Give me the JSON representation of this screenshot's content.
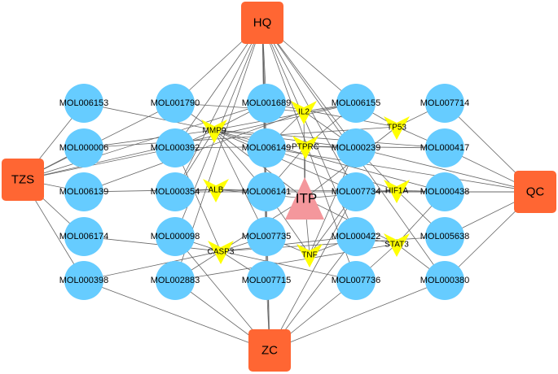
{
  "colors": {
    "background": "#ffffff",
    "herb": "#ff6633",
    "compound": "#66ccff",
    "target": "#ffff00",
    "disease": "#f4979c",
    "edge": "#666666"
  },
  "shapes": {
    "herb": "rounded-square",
    "compound": "circle",
    "target": "v-arrow",
    "disease": "triangle"
  },
  "herbs": [
    {
      "id": "HQ",
      "label": "HQ"
    },
    {
      "id": "TZS",
      "label": "TZS"
    },
    {
      "id": "QC",
      "label": "QC"
    },
    {
      "id": "ZC",
      "label": "ZC"
    }
  ],
  "disease": {
    "id": "ITP",
    "label": "ITP"
  },
  "compounds": [
    {
      "id": "MOL006153",
      "label": "MOL006153"
    },
    {
      "id": "MOL000006",
      "label": "MOL000006"
    },
    {
      "id": "MOL006139",
      "label": "MOL006139"
    },
    {
      "id": "MOL006174",
      "label": "MOL006174"
    },
    {
      "id": "MOL000398",
      "label": "MOL000398"
    },
    {
      "id": "MOL001790",
      "label": "MOL001790"
    },
    {
      "id": "MOL000392",
      "label": "MOL000392"
    },
    {
      "id": "MOL000354",
      "label": "MOL000354"
    },
    {
      "id": "MOL000098",
      "label": "MOL000098"
    },
    {
      "id": "MOL002883",
      "label": "MOL002883"
    },
    {
      "id": "MOL001689",
      "label": "MOL001689"
    },
    {
      "id": "MOL006149",
      "label": "MOL006149"
    },
    {
      "id": "MOL006141",
      "label": "MOL006141"
    },
    {
      "id": "MOL007735",
      "label": "MOL007735"
    },
    {
      "id": "MOL007715",
      "label": "MOL007715"
    },
    {
      "id": "MOL006155",
      "label": "MOL006155"
    },
    {
      "id": "MOL000239",
      "label": "MOL000239"
    },
    {
      "id": "MOL007734",
      "label": "MOL007734"
    },
    {
      "id": "MOL000422",
      "label": "MOL000422"
    },
    {
      "id": "MOL007736",
      "label": "MOL007736"
    },
    {
      "id": "MOL007714",
      "label": "MOL007714"
    },
    {
      "id": "MOL000417",
      "label": "MOL000417"
    },
    {
      "id": "MOL000438",
      "label": "MOL000438"
    },
    {
      "id": "MOL005638",
      "label": "MOL005638"
    },
    {
      "id": "MOL000380",
      "label": "MOL000380"
    }
  ],
  "targets": [
    {
      "id": "IL2",
      "label": "IL2"
    },
    {
      "id": "MMP9",
      "label": "MMP9"
    },
    {
      "id": "TP53",
      "label": "TP53"
    },
    {
      "id": "PTPRC",
      "label": "PTPRC"
    },
    {
      "id": "ALB",
      "label": "ALB"
    },
    {
      "id": "HIF1A",
      "label": "HIF1A"
    },
    {
      "id": "CASP3",
      "label": "CASP3"
    },
    {
      "id": "TNF",
      "label": "TNF"
    },
    {
      "id": "STAT3",
      "label": "STAT3"
    }
  ],
  "edges": [
    [
      "HQ",
      "MOL001790"
    ],
    [
      "HQ",
      "MOL000392"
    ],
    [
      "HQ",
      "MOL000354"
    ],
    [
      "HQ",
      "MOL000098"
    ],
    [
      "HQ",
      "MOL002883"
    ],
    [
      "HQ",
      "MOL001689"
    ],
    [
      "HQ",
      "MOL006149"
    ],
    [
      "HQ",
      "MOL006141"
    ],
    [
      "HQ",
      "MOL007735"
    ],
    [
      "HQ",
      "MOL007715"
    ],
    [
      "HQ",
      "MOL006155"
    ],
    [
      "HQ",
      "MOL000239"
    ],
    [
      "HQ",
      "MOL007734"
    ],
    [
      "HQ",
      "MOL000422"
    ],
    [
      "HQ",
      "MOL007736"
    ],
    [
      "HQ",
      "MOL000380"
    ],
    [
      "TZS",
      "MOL006153"
    ],
    [
      "TZS",
      "MOL000006"
    ],
    [
      "TZS",
      "MOL006139"
    ],
    [
      "TZS",
      "MOL006174"
    ],
    [
      "TZS",
      "MOL001790"
    ],
    [
      "TZS",
      "MOL000392"
    ],
    [
      "TZS",
      "MOL001689"
    ],
    [
      "TZS",
      "MOL006155"
    ],
    [
      "TZS",
      "MOL000398"
    ],
    [
      "QC",
      "MOL007714"
    ],
    [
      "QC",
      "MOL000417"
    ],
    [
      "QC",
      "MOL000438"
    ],
    [
      "QC",
      "MOL005638"
    ],
    [
      "QC",
      "MOL000380"
    ],
    [
      "QC",
      "MOL000239"
    ],
    [
      "QC",
      "MOL006149"
    ],
    [
      "QC",
      "MOL007734"
    ],
    [
      "QC",
      "MOL000354"
    ],
    [
      "ZC",
      "MOL000398"
    ],
    [
      "ZC",
      "MOL002883"
    ],
    [
      "ZC",
      "MOL007715"
    ],
    [
      "ZC",
      "MOL007736"
    ],
    [
      "ZC",
      "MOL000380"
    ],
    [
      "ZC",
      "MOL000098"
    ],
    [
      "ZC",
      "MOL007735"
    ],
    [
      "ZC",
      "MOL000422"
    ],
    [
      "ZC",
      "MOL006141"
    ],
    [
      "ZC",
      "MOL007734"
    ],
    [
      "ITP",
      "IL2"
    ],
    [
      "ITP",
      "MMP9"
    ],
    [
      "ITP",
      "TP53"
    ],
    [
      "ITP",
      "PTPRC"
    ],
    [
      "ITP",
      "ALB"
    ],
    [
      "ITP",
      "HIF1A"
    ],
    [
      "ITP",
      "CASP3"
    ],
    [
      "ITP",
      "TNF"
    ],
    [
      "ITP",
      "STAT3"
    ],
    [
      "MMP9",
      "MOL006153"
    ],
    [
      "MMP9",
      "MOL000006"
    ],
    [
      "MMP9",
      "MOL001790"
    ],
    [
      "MMP9",
      "MOL000392"
    ],
    [
      "MMP9",
      "MOL000354"
    ],
    [
      "MMP9",
      "MOL001689"
    ],
    [
      "MMP9",
      "MOL006149"
    ],
    [
      "MMP9",
      "MOL006155"
    ],
    [
      "MMP9",
      "MOL000239"
    ],
    [
      "MMP9",
      "MOL000417"
    ],
    [
      "MMP9",
      "MOL000438"
    ],
    [
      "MMP9",
      "MOL007734"
    ],
    [
      "MMP9",
      "MOL007735"
    ],
    [
      "MMP9",
      "MOL006141"
    ],
    [
      "IL2",
      "MOL001790"
    ],
    [
      "IL2",
      "MOL006155"
    ],
    [
      "IL2",
      "MOL000239"
    ],
    [
      "IL2",
      "MOL006149"
    ],
    [
      "IL2",
      "MOL006139"
    ],
    [
      "TP53",
      "MOL001689"
    ],
    [
      "TP53",
      "MOL007714"
    ],
    [
      "TP53",
      "MOL000417"
    ],
    [
      "TP53",
      "MOL006155"
    ],
    [
      "TP53",
      "MOL000006"
    ],
    [
      "PTPRC",
      "MOL000392"
    ],
    [
      "PTPRC",
      "MOL006155"
    ],
    [
      "PTPRC",
      "MOL000239"
    ],
    [
      "PTPRC",
      "MOL000417"
    ],
    [
      "PTPRC",
      "MOL006141"
    ],
    [
      "ALB",
      "MOL000354"
    ],
    [
      "ALB",
      "MOL006141"
    ],
    [
      "ALB",
      "MOL006139"
    ],
    [
      "ALB",
      "MOL000438"
    ],
    [
      "HIF1A",
      "MOL000239"
    ],
    [
      "HIF1A",
      "MOL007734"
    ],
    [
      "HIF1A",
      "MOL000438"
    ],
    [
      "HIF1A",
      "MOL005638"
    ],
    [
      "HIF1A",
      "MOL006149"
    ],
    [
      "CASP3",
      "MOL000098"
    ],
    [
      "CASP3",
      "MOL006174"
    ],
    [
      "CASP3",
      "MOL002883"
    ],
    [
      "CASP3",
      "MOL007735"
    ],
    [
      "CASP3",
      "MOL007715"
    ],
    [
      "CASP3",
      "MOL000398"
    ],
    [
      "CASP3",
      "MOL007736"
    ],
    [
      "CASP3",
      "MOL000422"
    ],
    [
      "CASP3",
      "MOL005638"
    ],
    [
      "CASP3",
      "MOL000392"
    ],
    [
      "TNF",
      "MOL007735"
    ],
    [
      "TNF",
      "MOL000422"
    ],
    [
      "TNF",
      "MOL007734"
    ],
    [
      "TNF",
      "MOL006141"
    ],
    [
      "TNF",
      "MOL000239"
    ],
    [
      "STAT3",
      "MOL000422"
    ],
    [
      "STAT3",
      "MOL007736"
    ],
    [
      "STAT3",
      "MOL000380"
    ],
    [
      "STAT3",
      "MOL000438"
    ],
    [
      "STAT3",
      "MOL002883"
    ]
  ]
}
